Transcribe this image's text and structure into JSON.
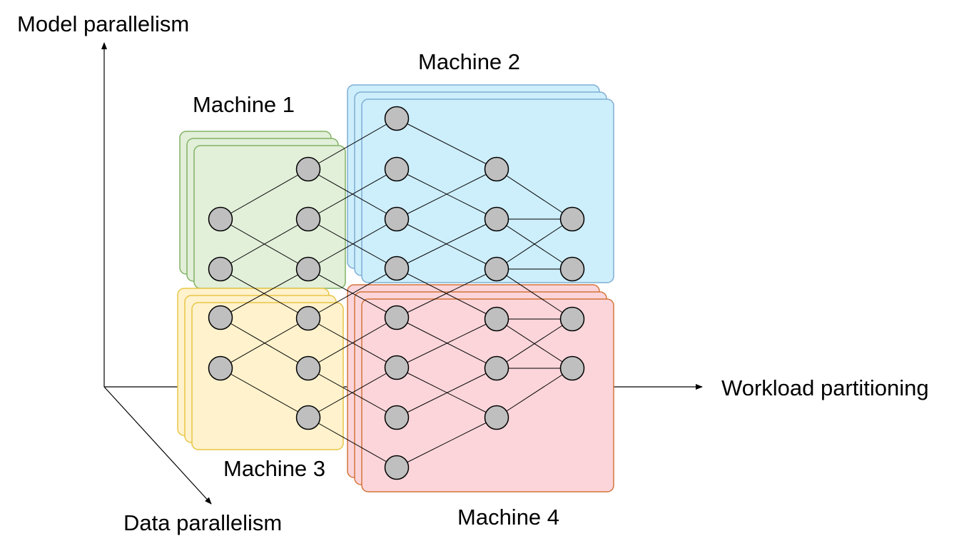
{
  "axes": {
    "vertical": "Model parallelism",
    "horizontal": "Workload partitioning",
    "diagonal": "Data parallelism"
  },
  "machines": [
    {
      "id": "m1",
      "label": "Machine 1",
      "fill": "#e2efd9",
      "stroke": "#82b366"
    },
    {
      "id": "m2",
      "label": "Machine 2",
      "fill": "#cdeefb",
      "stroke": "#7eaed4"
    },
    {
      "id": "m3",
      "label": "Machine 3",
      "fill": "#fff2cc",
      "stroke": "#e8c547"
    },
    {
      "id": "m4",
      "label": "Machine 4",
      "fill": "#fbd5da",
      "stroke": "#d4753a"
    }
  ],
  "node_color": "#bfbfbf",
  "node_stroke": "#000000"
}
